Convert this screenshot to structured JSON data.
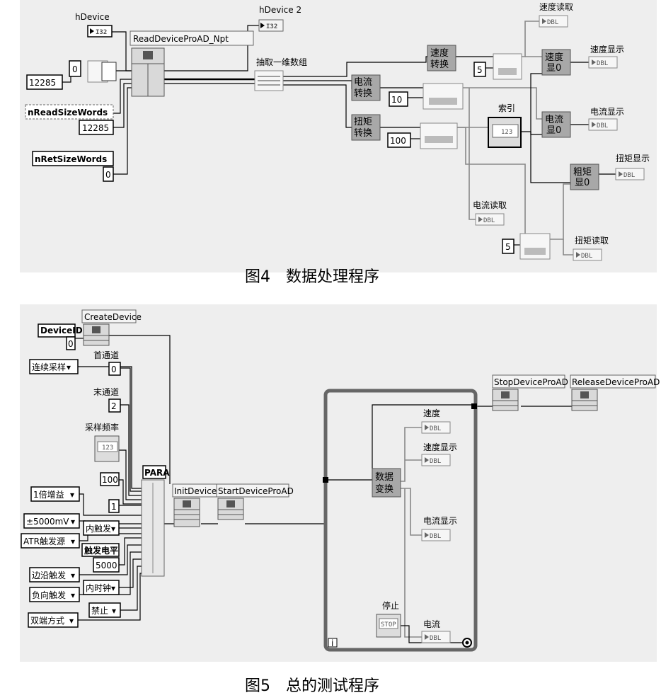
{
  "fig4": {
    "caption": "图4　数据处理程序",
    "hdevice": "hDevice",
    "hdevice_type": "I32",
    "hdevice2": "hDevice 2",
    "hdevice2_type": "I32",
    "read_func": "ReadDeviceProAD_Npt",
    "const_12285": "12285",
    "const_0": "0",
    "n_read_label": "nReadSizeWords",
    "n_read_value": "12285",
    "n_ret_label": "nRetSizeWords",
    "n_ret_value": "0",
    "extract_label": "抽取一维数组",
    "speed_convert": [
      "速度",
      "转换"
    ],
    "current_convert": [
      "电流",
      "转换"
    ],
    "torque_convert": [
      "扭矩",
      "转换"
    ],
    "const_5a": "5",
    "const_10": "10",
    "const_100": "100",
    "const_5b": "5",
    "index_label": "索引",
    "index_val": "123",
    "speed_read": "速度读取",
    "speed_disp": "速度显示",
    "current_disp": "电流显示",
    "torque_disp": "扭矩显示",
    "current_read": "电流读取",
    "torque_read": "扭矩读取",
    "speed_show0": [
      "速度",
      "显0"
    ],
    "current_show0": [
      "电流",
      "显0"
    ],
    "torque_show0": [
      "粗矩",
      "显0"
    ],
    "dbl": "DBL"
  },
  "fig5": {
    "caption": "图5　总的测试程序",
    "create_device": "CreateDevice",
    "device_id_label": "DeviceID",
    "device_id_value": "0",
    "para_label": "PARA",
    "init_func": "InitDeviceP",
    "start_func": "StartDeviceProAD",
    "stop_func": "StopDeviceProAD",
    "release_func": "ReleaseDeviceProAD",
    "mode": "连续采样",
    "first_ch_label": "首通道",
    "first_ch_value": "0",
    "last_ch_label": "末通道",
    "last_ch_value": "2",
    "freq_label": "采样频率",
    "freq_val": "123",
    "const_100": "100",
    "const_1": "1",
    "gain": "1倍增益",
    "range": "±5000mV",
    "inner_trig": "内触发",
    "atr_src": "ATR触发源",
    "trig_level_label": "触发电平",
    "trig_level_value": "5000",
    "edge_trig": "边沿触发",
    "neg_trig": "负向触发",
    "inner_clock": "内时钟",
    "forbid": "禁止",
    "dual_mode": "双端方式",
    "data_convert": [
      "数据",
      "变换"
    ],
    "out_speed": "速度",
    "out_speed_disp": "速度显示",
    "out_current_disp": "电流显示",
    "out_current": "电流",
    "stop_label": "停止",
    "stop_btn": "STOP",
    "loop_i": "i",
    "dbl": "DBL"
  }
}
